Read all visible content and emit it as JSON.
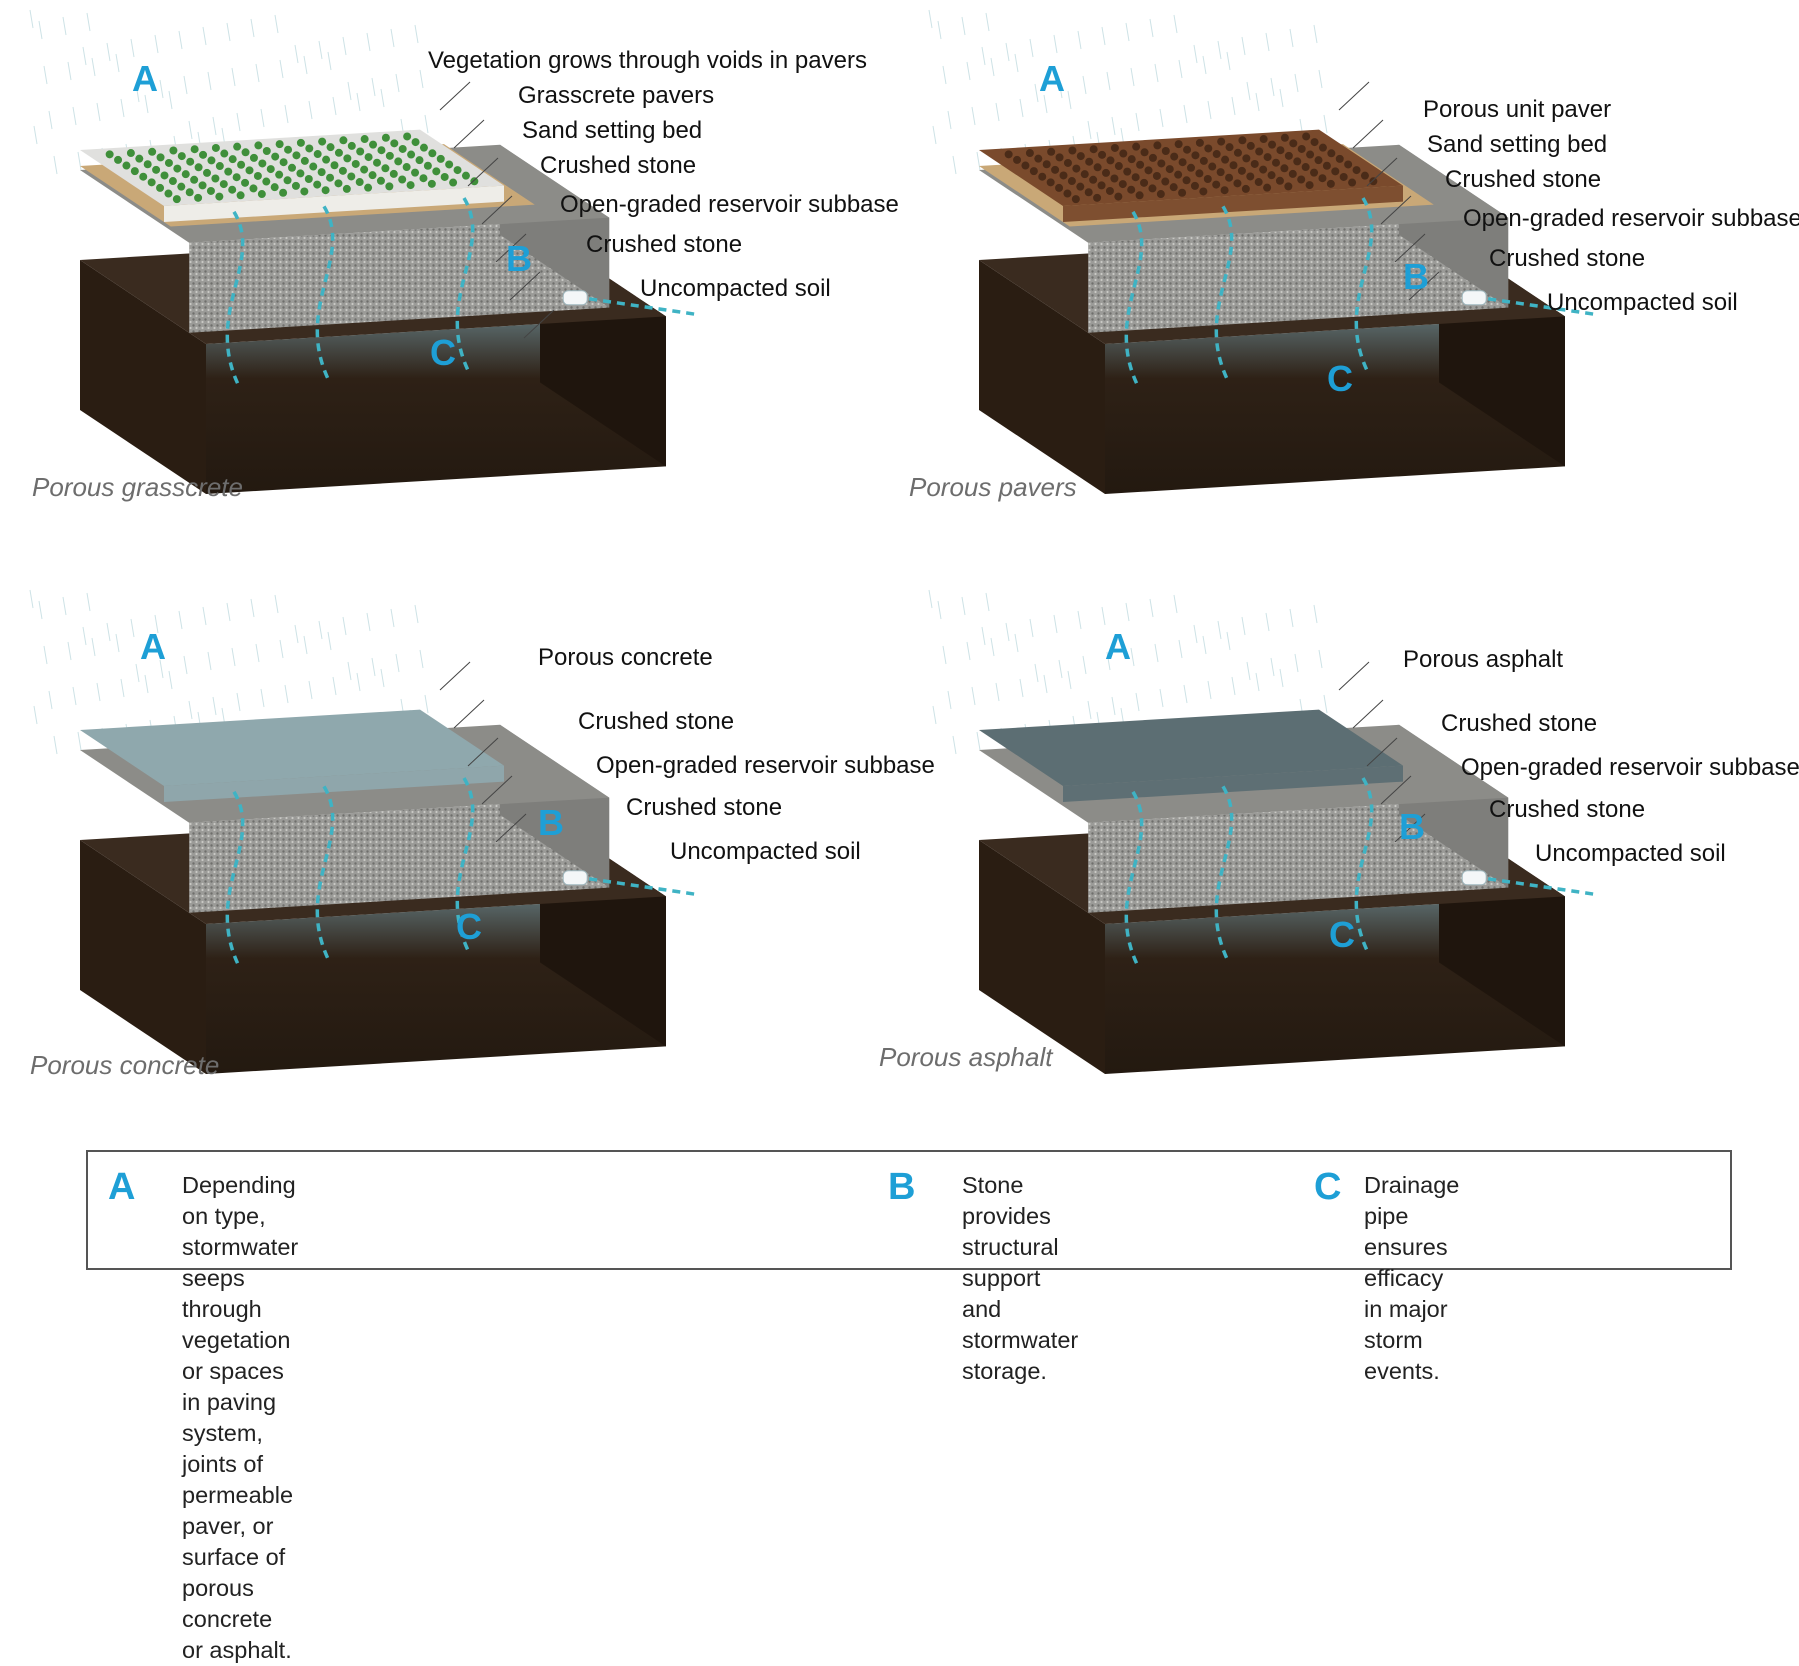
{
  "panels": [
    {
      "id": "grasscrete",
      "caption": "Porous grasscrete",
      "surface": "grasscrete",
      "labels": [
        "Vegetation grows through voids in pavers",
        "Grasscrete pavers",
        "Sand setting bed",
        "Crushed stone",
        "Open-graded reservoir subbase",
        "Crushed stone",
        "Uncompacted soil"
      ],
      "markers": {
        "a": "A",
        "b": "B",
        "c": "C"
      }
    },
    {
      "id": "pavers",
      "caption": "Porous pavers",
      "surface": "pavers",
      "labels": [
        "Porous unit paver",
        "Sand setting bed",
        "Crushed stone",
        "Open-graded reservoir subbase",
        "Crushed stone",
        "Uncompacted soil"
      ],
      "markers": {
        "a": "A",
        "b": "B",
        "c": "C"
      }
    },
    {
      "id": "concrete",
      "caption": "Porous concrete",
      "surface": "concrete",
      "labels": [
        "Porous concrete",
        "Crushed stone",
        "Open-graded reservoir subbase",
        "Crushed stone",
        "Uncompacted soil"
      ],
      "markers": {
        "a": "A",
        "b": "B",
        "c": "C"
      }
    },
    {
      "id": "asphalt",
      "caption": "Porous asphalt",
      "surface": "asphalt",
      "labels": [
        "Porous asphalt",
        "Crushed stone",
        "Open-graded reservoir subbase",
        "Crushed stone",
        "Uncompacted soil"
      ],
      "markers": {
        "a": "A",
        "b": "B",
        "c": "C"
      }
    }
  ],
  "legend": {
    "a": {
      "letter": "A",
      "text": "Depending on type, stormwater seeps through vegetation\nor spaces in paving system, joints of permeable paver, or\nsurface of porous concrete or asphalt."
    },
    "b": {
      "letter": "B",
      "text": "Stone provides\nstructural support and\nstormwater storage."
    },
    "c": {
      "letter": "C",
      "text": "Drainage pipe ensures efficacy\nin major storm events."
    }
  },
  "colors": {
    "accent": "#1e9fd6",
    "water": "#3fb3c4",
    "soil": "#2e2116",
    "stone": "#9b9b98",
    "sand": "#c9a877",
    "grass": "#3f8f3a",
    "paver": "#7a4a2c",
    "concrete": "#8fa8ad",
    "asphalt": "#5c6e73"
  }
}
